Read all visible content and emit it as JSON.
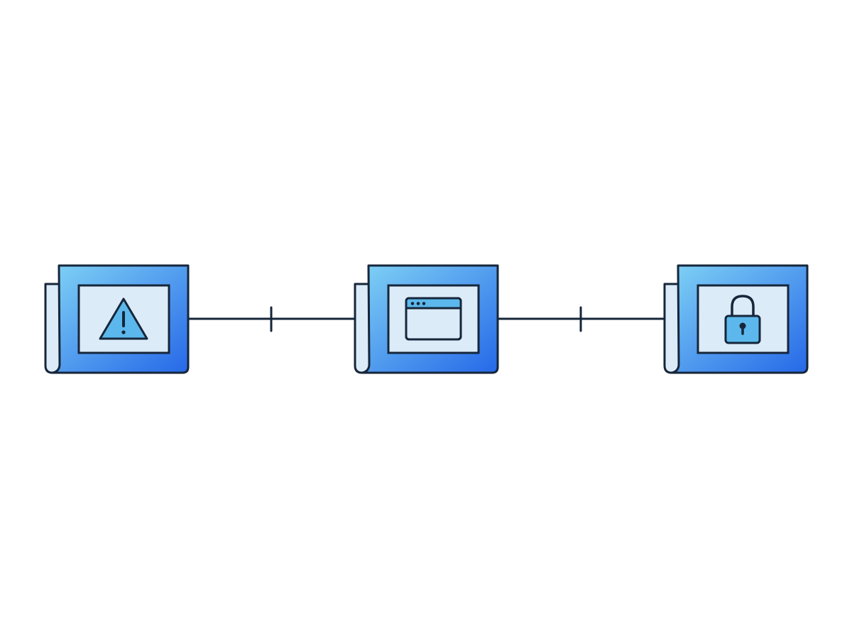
{
  "diagram": {
    "colors": {
      "background": "#ffffff",
      "stroke": "#16263a",
      "gradient_start": "#7fd1f5",
      "gradient_end": "#2668e8",
      "panel_fill": "#dcebf8",
      "icon_fill": "#5cb8ec",
      "back_sheet": "#dcebf8"
    },
    "nodes": [
      {
        "id": "node-1",
        "icon": "warning-icon"
      },
      {
        "id": "node-2",
        "icon": "browser-window-icon"
      },
      {
        "id": "node-3",
        "icon": "padlock-icon"
      }
    ],
    "connectors": [
      {
        "from": "node-1",
        "to": "node-2"
      },
      {
        "from": "node-2",
        "to": "node-3"
      }
    ]
  }
}
